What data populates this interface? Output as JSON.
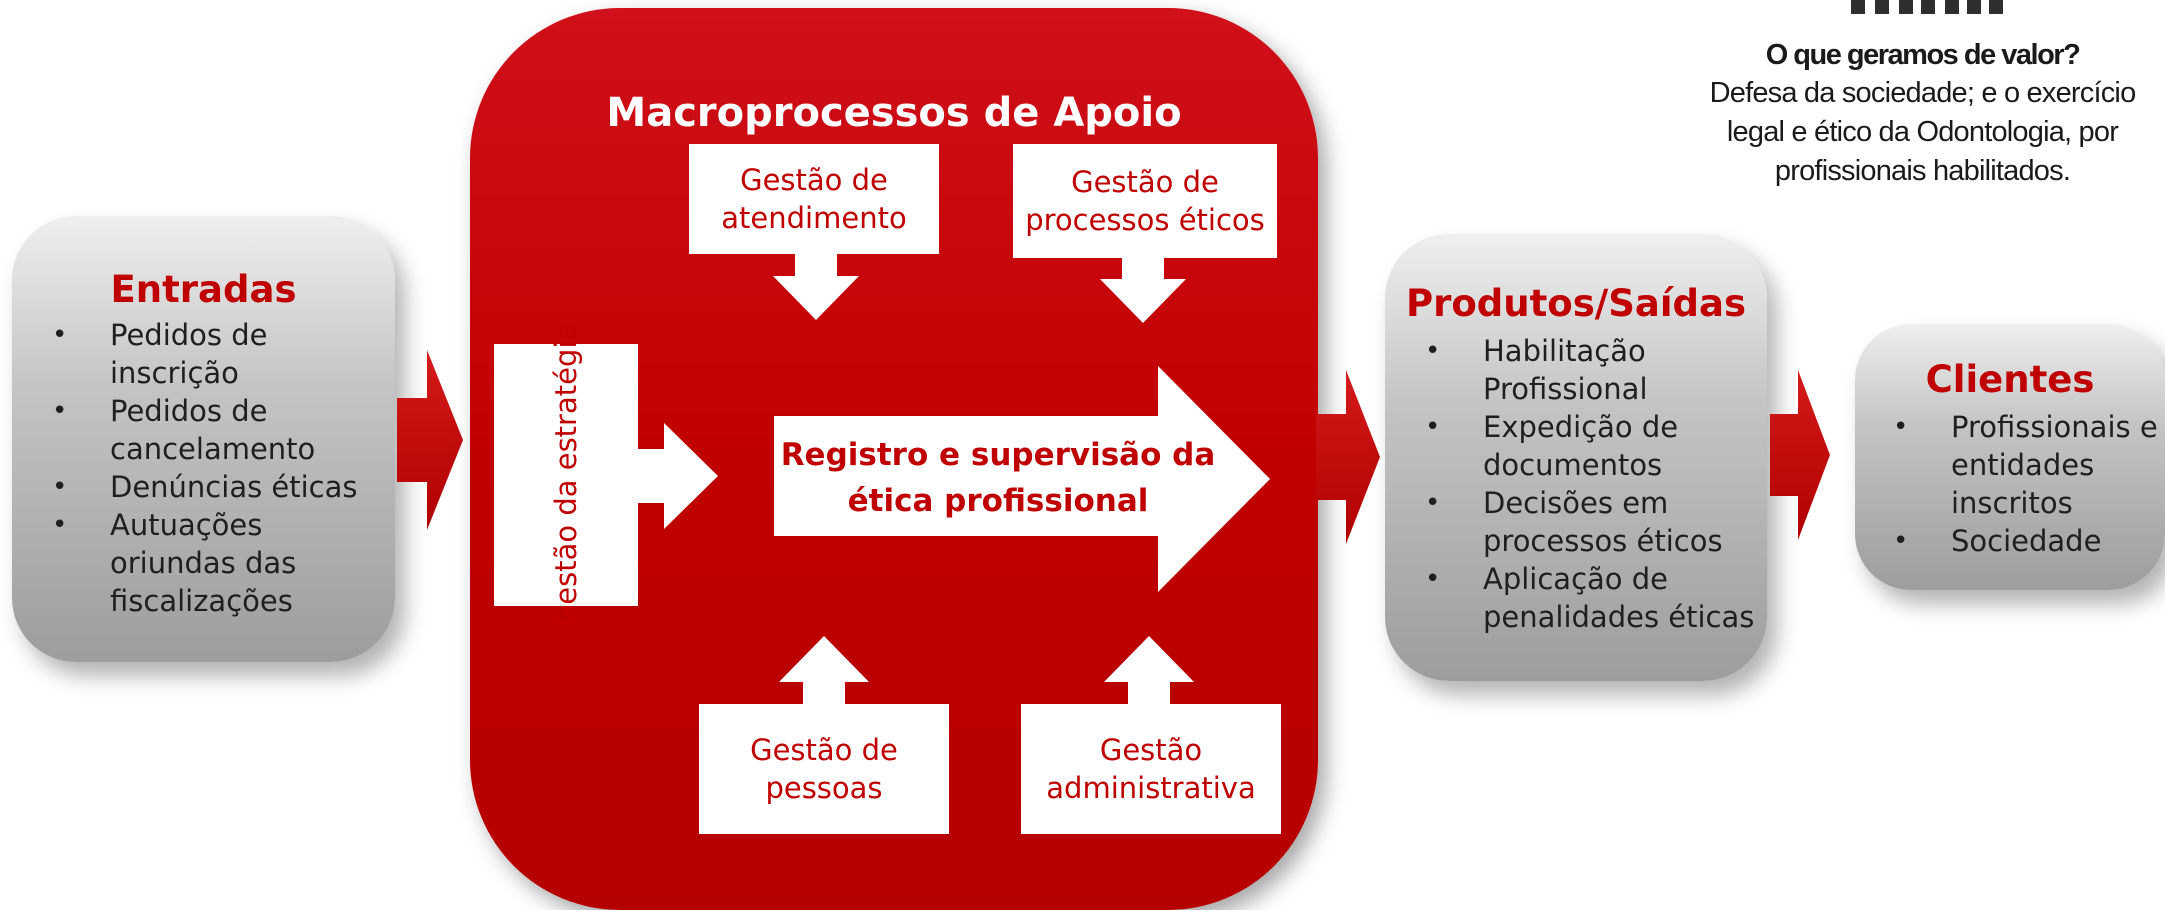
{
  "value_block": {
    "question": "O que geramos de valor?",
    "answer_lines": [
      "Defesa da sociedade; e o exercício",
      "legal e ético da Odontologia, por",
      "profissionais habilitados."
    ]
  },
  "entradas": {
    "title": "Entradas",
    "items": [
      [
        "Pedidos de",
        "inscrição"
      ],
      [
        "Pedidos de",
        "cancelamento"
      ],
      [
        "Denúncias éticas"
      ],
      [
        "Autuações",
        "oriundas das",
        "fiscalizações"
      ]
    ]
  },
  "macro": {
    "title": "Macroprocessos de Apoio",
    "top_left": [
      "Gestão de",
      "atendimento"
    ],
    "top_right": [
      "Gestão de",
      "processos éticos"
    ],
    "left_vertical": "Gestão da estratégia",
    "bottom_left": [
      "Gestão de",
      "pessoas"
    ],
    "bottom_right": [
      "Gestão",
      "administrativa"
    ],
    "core_lines": [
      "Registro e supervisão da",
      "ética profissional"
    ]
  },
  "produtos": {
    "title": "Produtos/Saídas",
    "items": [
      [
        "Habilitação",
        "Profissional"
      ],
      [
        "Expedição de",
        "documentos"
      ],
      [
        "Decisões em",
        "processos éticos"
      ],
      [
        "Aplicação de",
        "penalidades éticas"
      ]
    ]
  },
  "clientes": {
    "title": "Clientes",
    "items": [
      [
        "Profissionais e",
        "entidades",
        "inscritos"
      ],
      [
        "Sociedade"
      ]
    ]
  },
  "colors": {
    "accent_red": "#c00000",
    "grey_box": "#b0b0b0",
    "white": "#ffffff"
  },
  "icons": [
    "people-icon"
  ]
}
